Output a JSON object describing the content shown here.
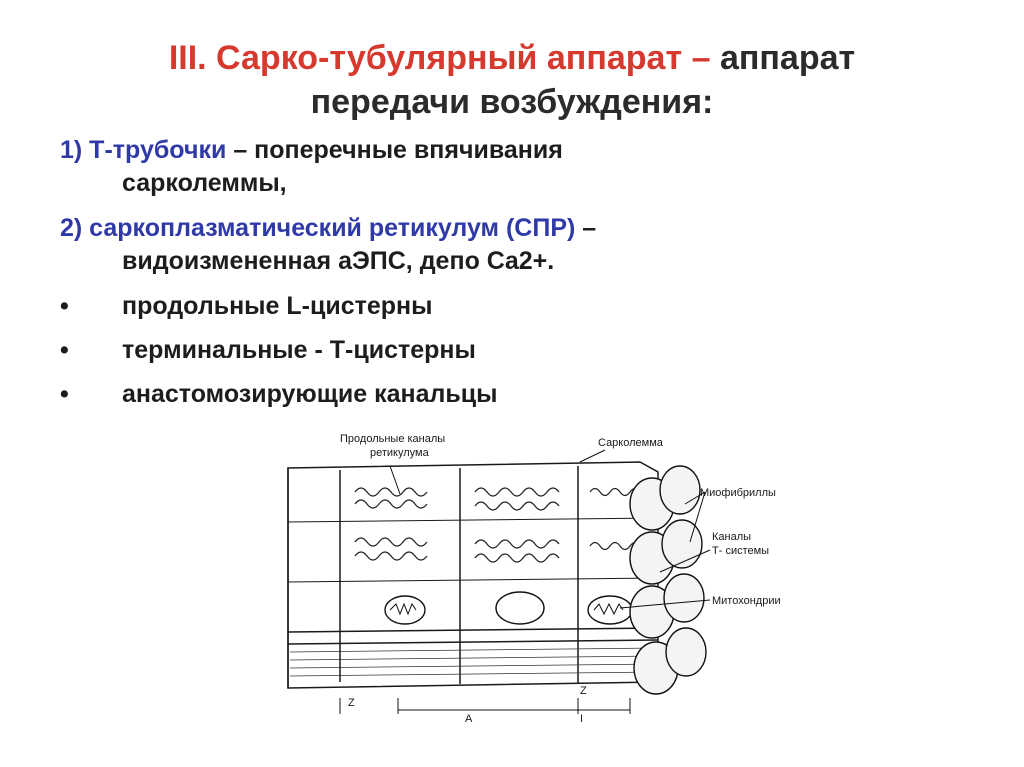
{
  "slide": {
    "title_red": "III. Сарко-тубулярный аппарат –",
    "title_black_1": "аппарат",
    "title_black_2": "передачи возбуждения:",
    "items": [
      {
        "lead": "1) Т-трубочки",
        "line1_rest": "– поперечные впячивания",
        "line2": "сарколеммы,"
      },
      {
        "lead": "2) саркоплазматический ретикулум (СПР)",
        "line1_rest": "–",
        "line2": "видоизмененная аЭПС, депо Ca2+."
      }
    ],
    "bullet_char": "•",
    "bullets": [
      "продольные L-цистерны",
      "терминальные - Т-цистерны",
      "анастомозирующие канальцы"
    ]
  },
  "figure": {
    "labels": {
      "longitudinal_1": "Продольные каналы",
      "longitudinal_2": "ретикулума",
      "sarcolemma": "Сарколемма",
      "myofibrils": "Миофибриллы",
      "t_system_1": "Каналы",
      "t_system_2": "Т- системы",
      "mitochondria": "Митохондрии",
      "z_left": "Z",
      "z_right": "Z",
      "band_a": "A",
      "band_i": "I"
    }
  }
}
